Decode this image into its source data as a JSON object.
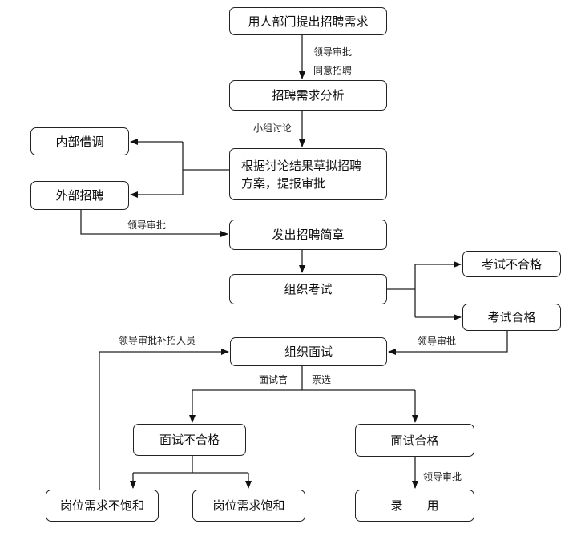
{
  "nodes": {
    "dept_request": "用人部门提出招聘需求",
    "analysis": "招聘需求分析",
    "internal_transfer": "内部借调",
    "plan": "根据讨论结果草拟招聘\n方案，提报审批",
    "external_recruit": "外部招聘",
    "announce": "发出招聘简章",
    "exam": "组织考试",
    "exam_fail": "考试不合格",
    "exam_pass": "考试合格",
    "interview": "组织面试",
    "interview_fail": "面试不合格",
    "interview_pass": "面试合格",
    "not_saturated": "岗位需求不饱和",
    "saturated": "岗位需求饱和",
    "hire": "录　　用"
  },
  "edge_labels": {
    "leader_approval_1": "领导审批",
    "agree_recruit": "同意招聘",
    "group_discussion": "小组讨论",
    "leader_approval_2": "领导审批",
    "leader_approval_3": "领导审批",
    "leader_approval_supplement": "领导审批补招人员",
    "interviewer": "面试官",
    "ticket_select": "票选",
    "leader_approval_4": "领导审批"
  }
}
